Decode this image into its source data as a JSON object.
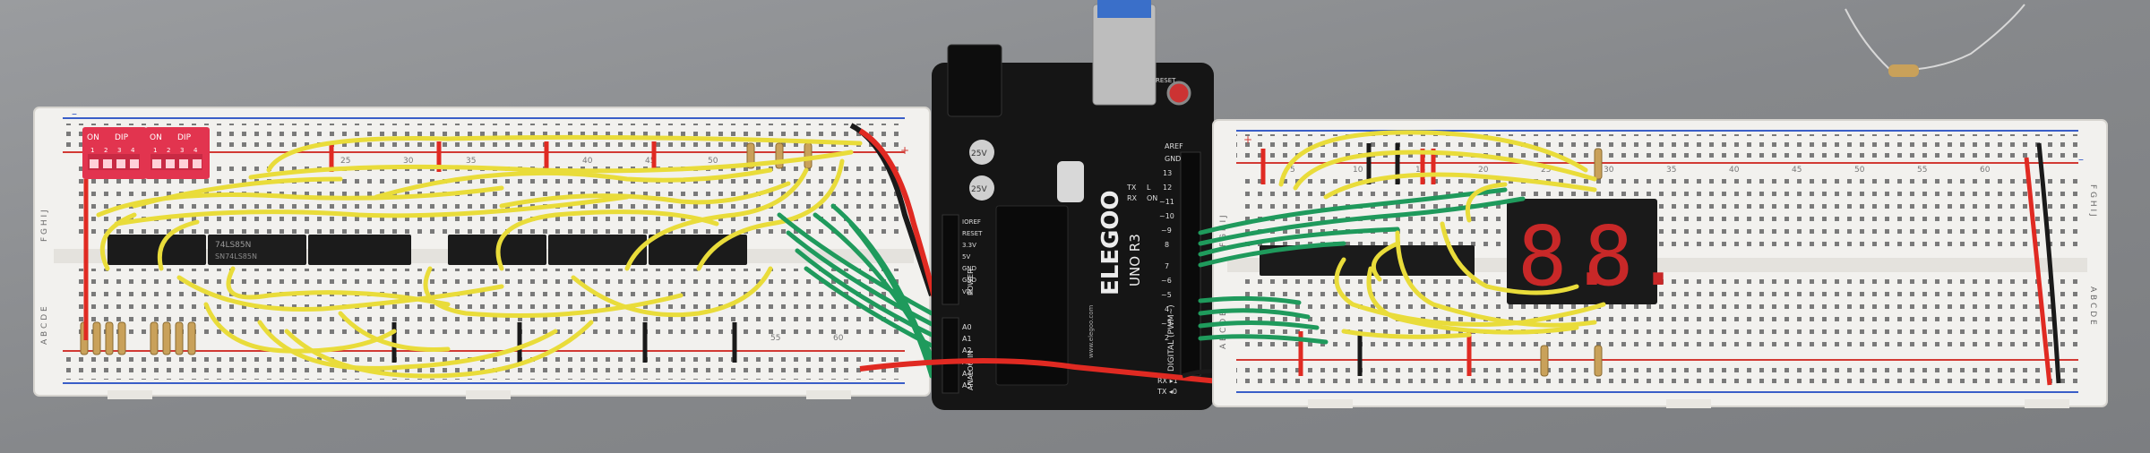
{
  "colors": {
    "table": "#8a8c8f",
    "breadboard": "#f2f1ee",
    "rail_red": "#d23a34",
    "rail_blue": "#3a5ec8",
    "wire_yellow": "#e9dc3a",
    "wire_green": "#1f9a5c",
    "wire_red": "#e02a22",
    "wire_black": "#1a1a1a",
    "board_black": "#151515",
    "dip_red": "#e2344f",
    "segment_red": "#c82828",
    "usb_blue": "#3a6fc9"
  },
  "dip_switches": [
    {
      "on_label": "ON",
      "brand_label": "DIP",
      "pins": [
        "1",
        "2",
        "3",
        "4"
      ]
    },
    {
      "on_label": "ON",
      "brand_label": "DIP",
      "pins": [
        "1",
        "2",
        "3",
        "4"
      ]
    }
  ],
  "chip_labels": {
    "chip_1": "74LS85N",
    "chip_1_sub": "SN74LS85N"
  },
  "arduino": {
    "brand": "ELEGOO",
    "model": "UNO R3",
    "reset_label": "RESET",
    "aref_label": "AREF",
    "gnd_label": "GND",
    "digital_label": "DIGITAL (PWM~)",
    "power_label": "POWER",
    "analog_label": "ANALOG IN",
    "tx_label": "TX",
    "rx_label": "RX",
    "l_label": "L",
    "on_label": "ON",
    "tx_rx_bottom": "TX ◂0",
    "rx_bottom": "RX ▸1",
    "cap_label_1": "25V",
    "cap_label_2": "25V",
    "website": "www.elegoo.com",
    "digital_pins": [
      "13",
      "12",
      "~11",
      "~10",
      "~9",
      "8",
      "7",
      "~6",
      "~5",
      "4",
      "~3",
      "2"
    ],
    "power_pins": [
      "IOREF",
      "RESET",
      "3.3V",
      "5V",
      "GND",
      "GND",
      "VIN"
    ],
    "analog_pins": [
      "A0",
      "A1",
      "A2",
      "A3",
      "A4",
      "A5"
    ]
  },
  "display": {
    "digits": [
      "8.",
      "8."
    ]
  },
  "breadboard_labels": {
    "rows_top": "F G H I J",
    "rows_bottom": "A B C D E",
    "left_cols": [
      "25",
      "30",
      "35",
      "40",
      "45",
      "50",
      "55",
      "60"
    ],
    "right_cols": [
      "5",
      "10",
      "15",
      "20",
      "25",
      "30",
      "35",
      "40",
      "45",
      "50",
      "55",
      "60"
    ]
  }
}
